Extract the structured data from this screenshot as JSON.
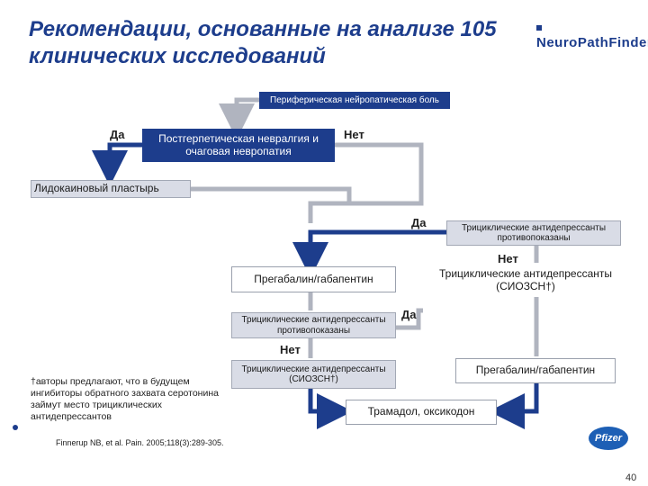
{
  "title": "Рекомендации, основанные на анализе 105 клинических исследований",
  "logo_text": "NeuroPathFinder",
  "nodes": {
    "peripheral_pain": "Периферическая нейропатическая боль",
    "postherpetic": "Постгерпетическая невралгия и очаговая невропатия",
    "lidocaine": "Лидокаиновый пластырь",
    "tca_contra_1": "Трициклические антидепрессанты противопоказаны",
    "pregabalin_1": "Прегабалин/габапентин",
    "tca_snri_1": "Трициклические антидепрессанты (СИОЗСН†)",
    "tca_contra_2": "Трициклические антидепрессанты противопоказаны",
    "tca_snri_2": "Трициклические антидепрессанты (СИОЗСН†)",
    "pregabalin_2": "Прегабалин/габапентин",
    "tramadol": "Трамадол, оксикодон"
  },
  "labels": {
    "yes_1": "Да",
    "no_1": "Нет",
    "yes_2": "Да",
    "no_2": "Нет",
    "yes_3": "Да",
    "no_3": "Нет"
  },
  "footnote": "†авторы предлагают, что в будущем ингибиторы обратного захвата серотонина займут место трициклических антидепрессантов",
  "reference": "Finnerup NB, et al. Pain. 2005;118(3):289-305.",
  "pfizer_logo": "Pfizer",
  "page_number": "40",
  "colors": {
    "dark_blue": "#1d3d8c",
    "gray_box": "#d9dce6",
    "gray_line": "#b0b4bf"
  }
}
